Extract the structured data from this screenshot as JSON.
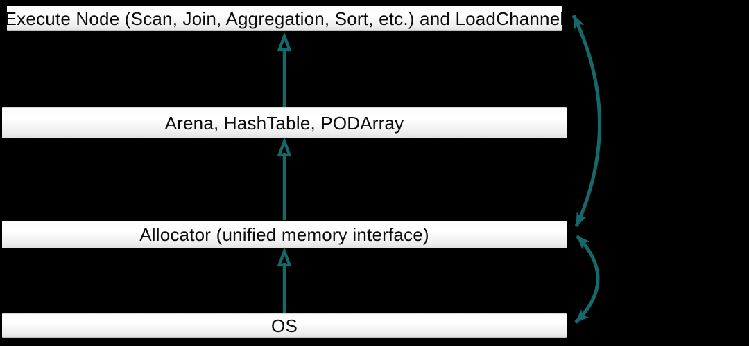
{
  "diagram": {
    "name": "memory-architecture-layers",
    "layers": [
      {
        "id": "execute-node",
        "label": "Execute Node (Scan, Join, Aggregation, Sort, etc.) and LoadChannel"
      },
      {
        "id": "arena",
        "label": "Arena, HashTable, PODArray"
      },
      {
        "id": "allocator",
        "label": "Allocator (unified memory interface)"
      },
      {
        "id": "os",
        "label": "OS"
      }
    ],
    "up_arrows": [
      {
        "from": "arena",
        "to": "execute-node"
      },
      {
        "from": "allocator",
        "to": "arena"
      },
      {
        "from": "os",
        "to": "allocator"
      }
    ],
    "bidirectional_arrows": [
      {
        "between": [
          "execute-node",
          "allocator"
        ]
      },
      {
        "between": [
          "allocator",
          "os"
        ]
      }
    ],
    "colors": {
      "background": "#000000",
      "arrow": "#15696a",
      "layer_text": "#0b0b0b",
      "layer_fill_top": "#ffffff",
      "layer_fill_bottom": "#e2e2e2"
    }
  }
}
